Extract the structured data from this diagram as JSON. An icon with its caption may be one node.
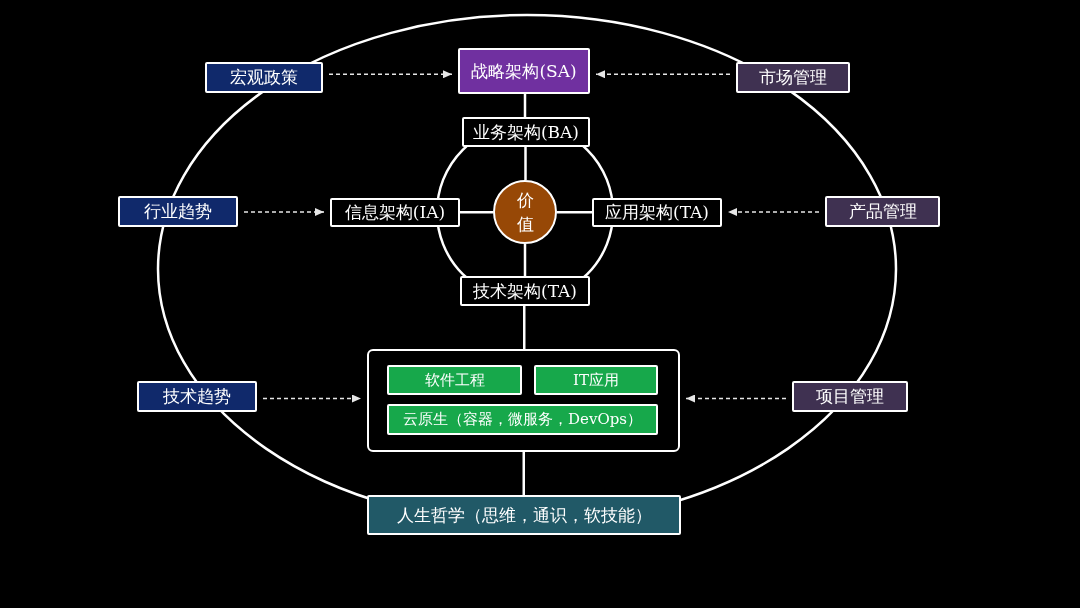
{
  "diagram": {
    "nodes": [
      {
        "text": [
          "宏观政策"
        ]
      },
      {
        "text": [
          "战略架构(SA)"
        ]
      },
      {
        "text": [
          "市场管理"
        ]
      },
      {
        "text": [
          "业务架构(BA)"
        ]
      },
      {
        "text": [
          "行业趋势"
        ]
      },
      {
        "text": [
          "信息架构(IA)"
        ]
      },
      {
        "text": [
          "价值"
        ]
      },
      {
        "text": [
          "应用架构(TA)"
        ]
      },
      {
        "text": [
          "产品管理"
        ]
      },
      {
        "text": [
          "技术架构(TA)"
        ]
      },
      {
        "text": [
          "技术趋势"
        ]
      },
      {
        "text": [],
        "shape": "box"
      },
      {
        "text": [
          "软件工程"
        ],
        "in": 11
      },
      {
        "text": [
          "IT应用"
        ],
        "in": 11
      },
      {
        "text": [
          "云原生（容器，微服务，DevOps）"
        ],
        "in": 11
      },
      {
        "text": [
          "项目管理"
        ]
      },
      {
        "text": [
          "人生哲学（思维，通识，软技能）"
        ]
      }
    ],
    "edges": [
      {
        "from": 0,
        "to": 1,
        "arrow": "to",
        "style": "dashed"
      },
      {
        "from": 2,
        "to": 1,
        "arrow": "to",
        "style": "dashed"
      },
      {
        "from": 1,
        "to": 3,
        "arrow": "none"
      },
      {
        "from": 3,
        "to": 6,
        "arrow": "none"
      },
      {
        "from": 4,
        "to": 5,
        "arrow": "to",
        "style": "dashed"
      },
      {
        "from": 5,
        "to": 6,
        "arrow": "none"
      },
      {
        "from": 6,
        "to": 7,
        "arrow": "none"
      },
      {
        "from": 8,
        "to": 7,
        "arrow": "to",
        "style": "dashed"
      },
      {
        "from": 6,
        "to": 9,
        "arrow": "none"
      },
      {
        "from": 9,
        "to": 11,
        "arrow": "none"
      },
      {
        "from": 10,
        "to": 11,
        "arrow": "to",
        "style": "dashed"
      },
      {
        "from": 15,
        "to": 11,
        "arrow": "to",
        "style": "dashed"
      },
      {
        "from": 11,
        "to": 16,
        "arrow": "none"
      }
    ]
  }
}
